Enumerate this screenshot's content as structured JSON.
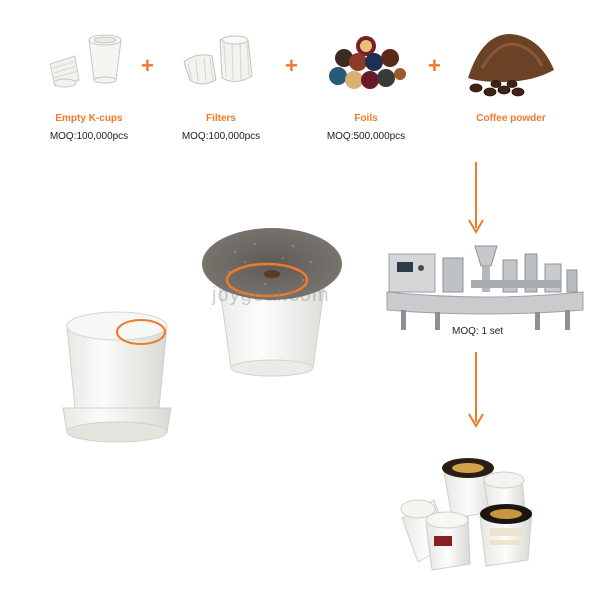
{
  "inputs": [
    {
      "label": "Empty K-cups",
      "moq": "MOQ:100,000pcs"
    },
    {
      "label": "Filters",
      "moq": "MOQ:100,000pcs"
    },
    {
      "label": "Foils",
      "moq": "MOQ:500,000pcs"
    },
    {
      "label": "Coffee powder",
      "moq": ""
    }
  ],
  "plus_symbol": "+",
  "machine": {
    "moq": "MOQ: 1 set"
  },
  "watermark": "joygoal.com",
  "colors": {
    "accent": "#f07a2a",
    "highlight_circle": "#f07a2a"
  }
}
